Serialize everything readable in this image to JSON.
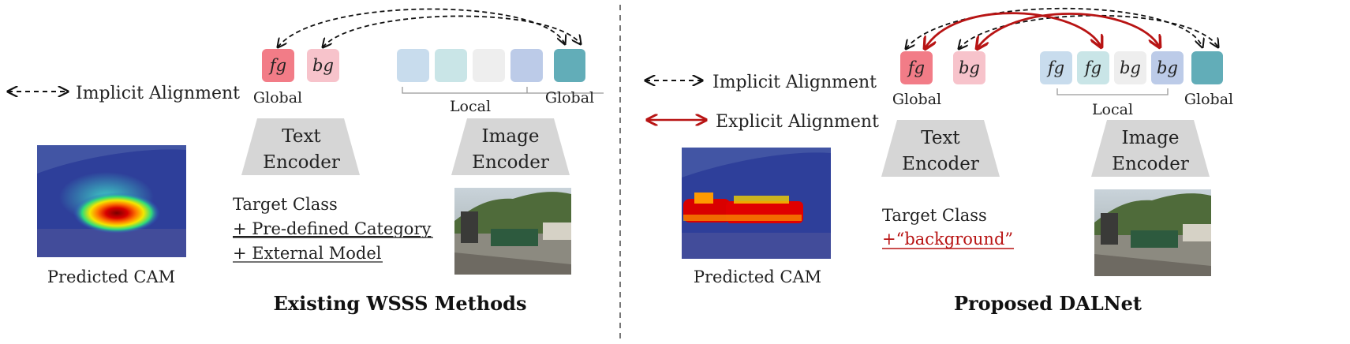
{
  "left": {
    "legend_implicit": "Implicit Alignment",
    "text_tokens": [
      "fg",
      "bg"
    ],
    "text_global_label": "Global",
    "local_label": "Local",
    "image_global_label": "Global",
    "text_encoder": [
      "Text",
      "Encoder"
    ],
    "image_encoder": [
      "Image",
      "Encoder"
    ],
    "prompt_lines": [
      "Target Class",
      "+ Pre-defined Category",
      "+ External Model"
    ],
    "cam_caption": "Predicted CAM",
    "section_title": "Existing WSSS Methods"
  },
  "right": {
    "legend_implicit": "Implicit Alignment",
    "legend_explicit": "Explicit Alignment",
    "text_tokens": [
      "fg",
      "bg"
    ],
    "local_tokens": [
      "fg",
      "fg",
      "bg",
      "bg"
    ],
    "text_global_label": "Global",
    "local_label": "Local",
    "image_global_label": "Global",
    "text_encoder": [
      "Text",
      "Encoder"
    ],
    "image_encoder": [
      "Image",
      "Encoder"
    ],
    "prompt_lines": [
      "Target Class",
      "+“background”"
    ],
    "cam_caption": "Predicted CAM",
    "section_title": "Proposed DALNet"
  },
  "colors": {
    "fg_global": "#f27c87",
    "bg_global": "#f7c3cb",
    "image_global": "#62adb8",
    "explicit_arrow": "#b81414",
    "implicit_arrow": "#111111",
    "encoder_fill": "#d6d6d6"
  }
}
